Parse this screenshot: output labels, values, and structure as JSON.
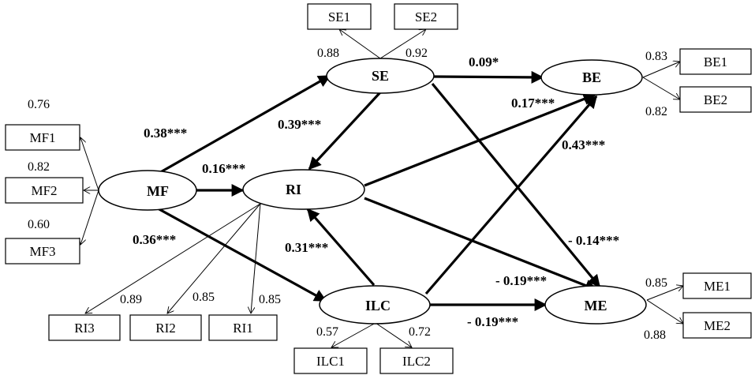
{
  "latent": {
    "SE": "SE",
    "BE": "BE",
    "MF": "MF",
    "RI": "RI",
    "ILC": "ILC",
    "ME": "ME"
  },
  "indicators": {
    "SE1": "SE1",
    "SE2": "SE2",
    "BE1": "BE1",
    "BE2": "BE2",
    "MF1": "MF1",
    "MF2": "MF2",
    "MF3": "MF3",
    "RI1": "RI1",
    "RI2": "RI2",
    "RI3": "RI3",
    "ILC1": "ILC1",
    "ILC2": "ILC2",
    "ME1": "ME1",
    "ME2": "ME2"
  },
  "loadings": {
    "SE1": "0.88",
    "SE2": "0.92",
    "BE1": "0.83",
    "BE2": "0.82",
    "MF1": "0.76",
    "MF2": "0.82",
    "MF3": "0.60",
    "RI1": "0.85",
    "RI2": "0.85",
    "RI3": "0.89",
    "ILC1": "0.57",
    "ILC2": "0.72",
    "ME1": "0.85",
    "ME2": "0.88"
  },
  "paths": {
    "MF_SE": "0.38***",
    "MF_RI": "0.16***",
    "MF_ILC": "0.36***",
    "SE_RI": "0.39***",
    "SE_BE": "0.09*",
    "SE_ME": "- 0.14***",
    "RI_BE": "0.17***",
    "RI_ME": "- 0.19***",
    "ILC_RI": "0.31***",
    "ILC_BE": "0.43***",
    "ILC_ME": "- 0.19***"
  }
}
